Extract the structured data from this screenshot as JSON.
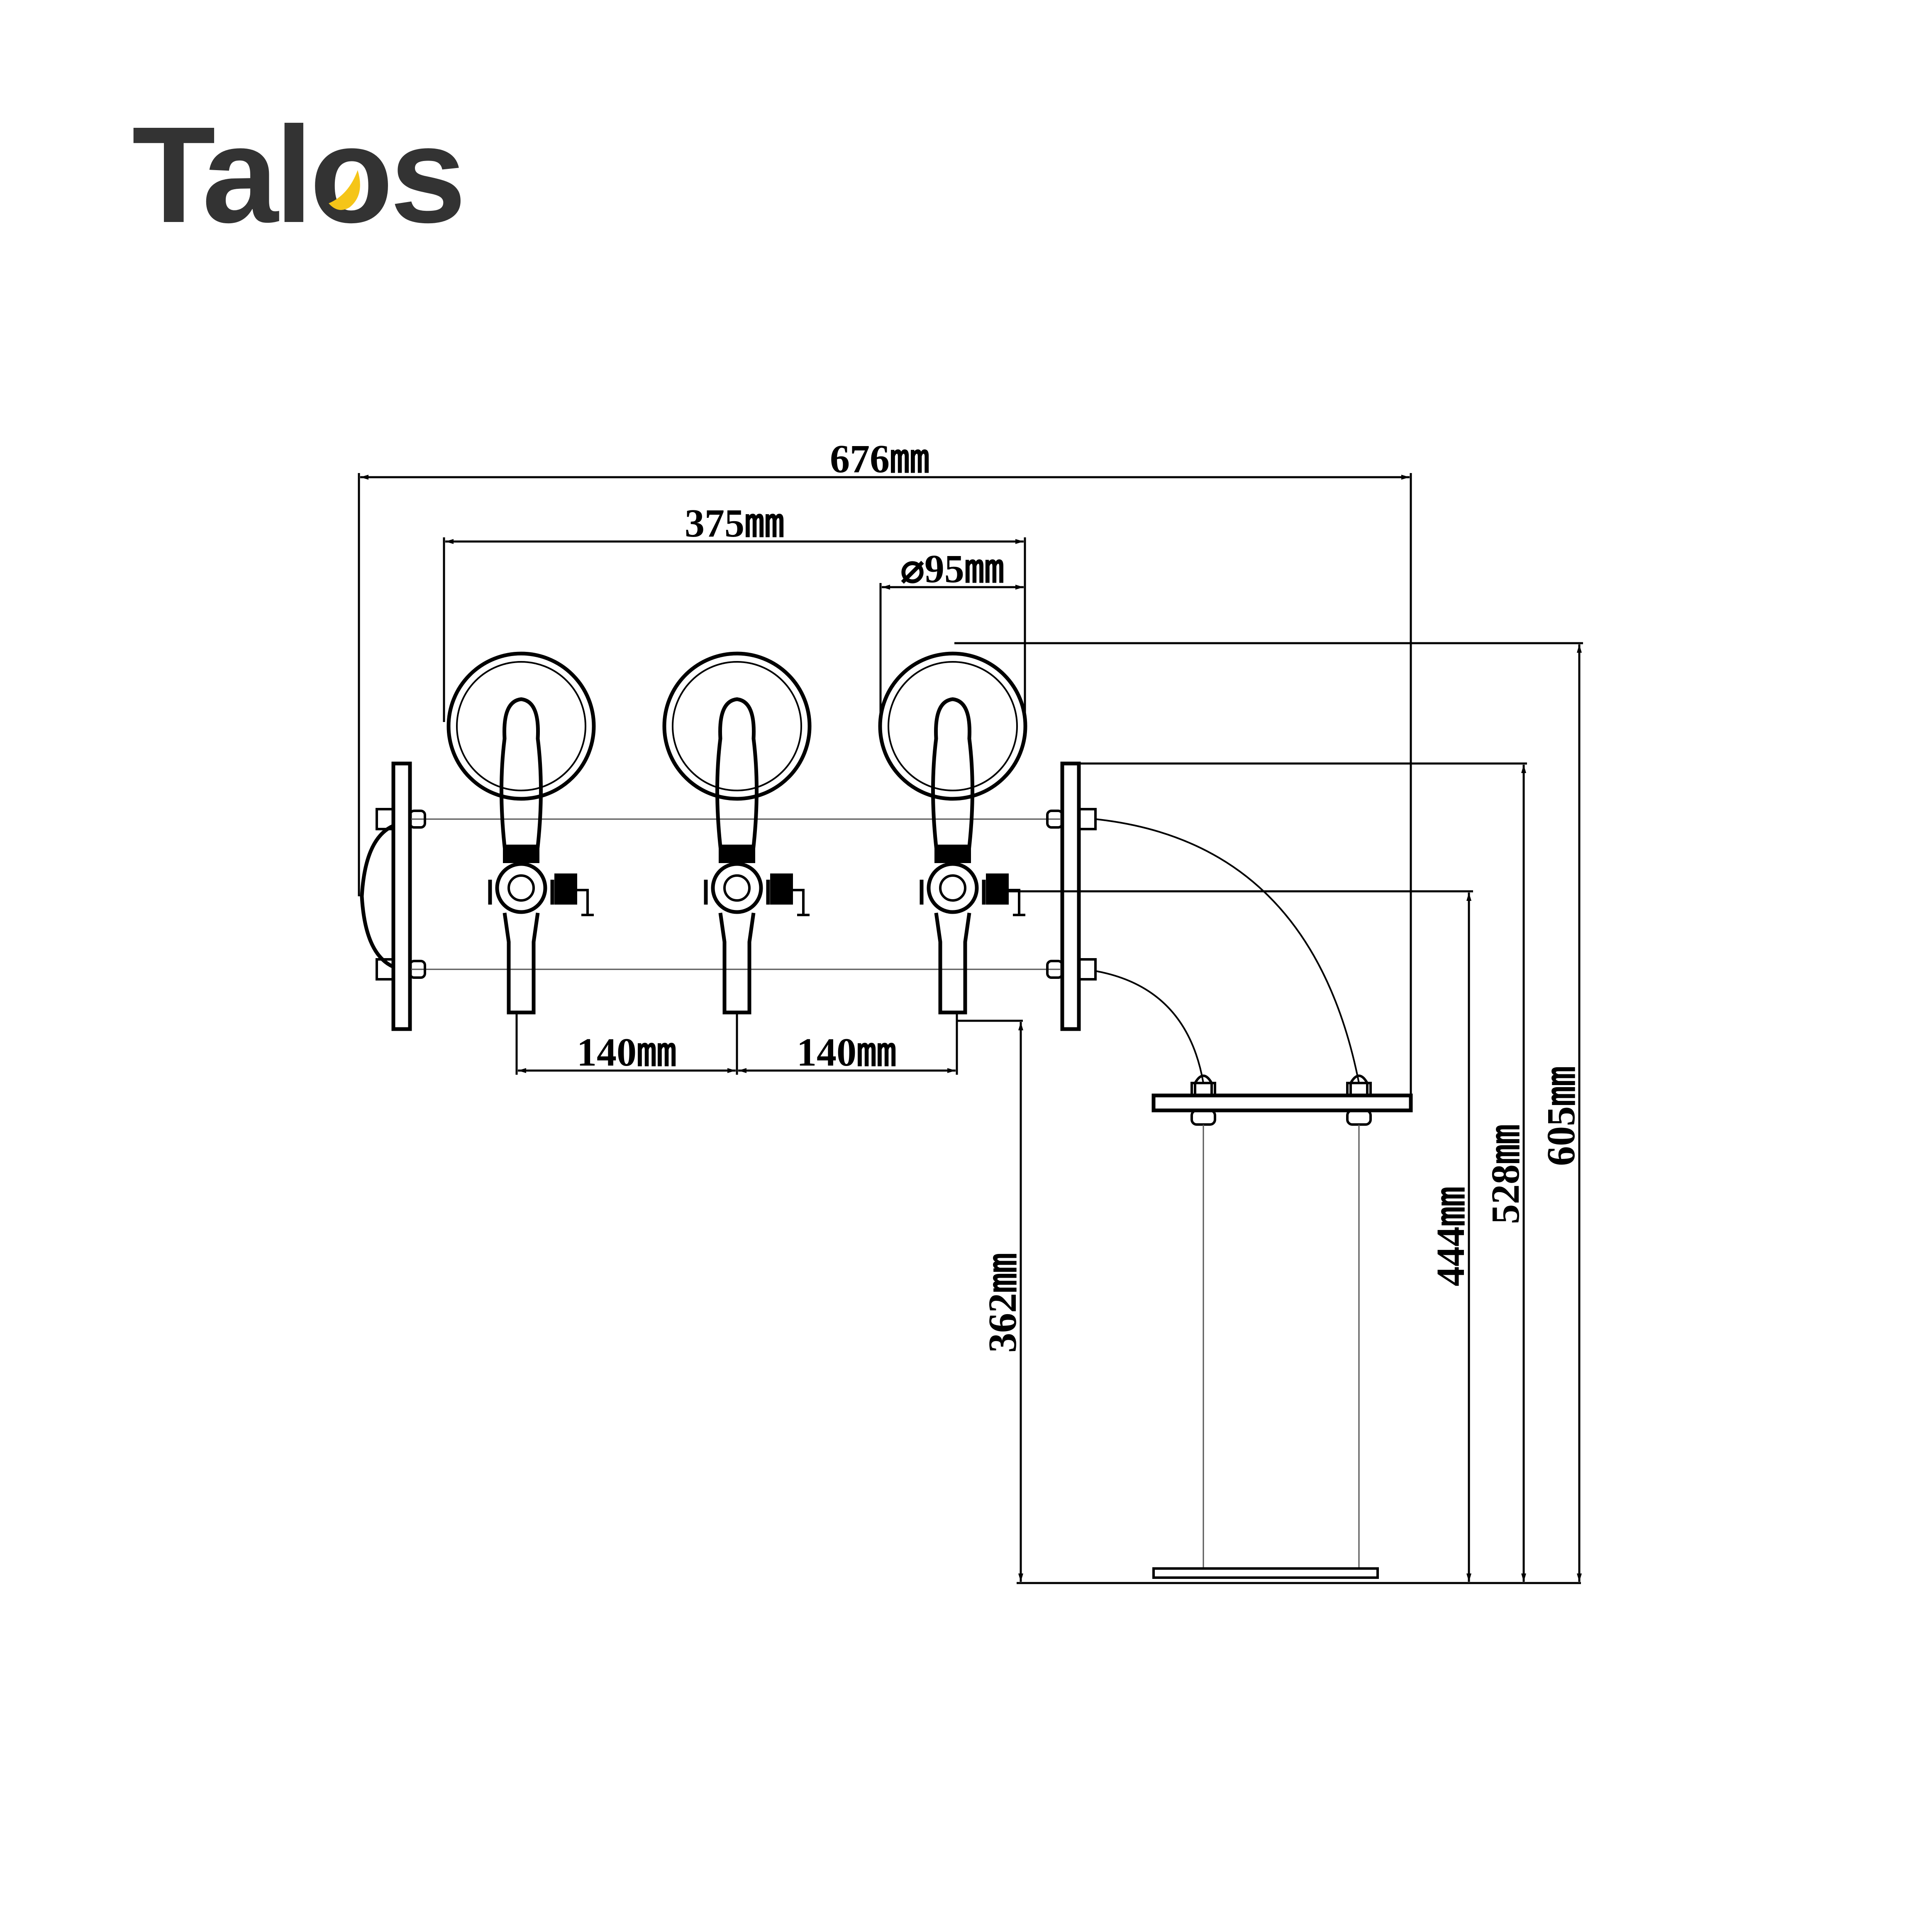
{
  "brand": {
    "name": "Talos",
    "text_color": "#333333",
    "accent_color": "#F5C518"
  },
  "dimensions": {
    "overall_width": "676㎜",
    "taps_span": "375㎜",
    "medallion_diameter": "⌀95㎜",
    "tap_spacing_left": "140㎜",
    "tap_spacing_right": "140㎜",
    "height_spout": "362㎜",
    "height_valve": "444㎜",
    "height_column_top": "528㎜",
    "height_overall": "605㎜"
  },
  "taps": [
    {
      "position": "left"
    },
    {
      "position": "center"
    },
    {
      "position": "right"
    }
  ]
}
